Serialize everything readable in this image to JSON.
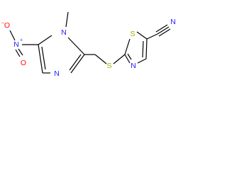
{
  "molecule": {
    "atoms": {
      "o1": "O",
      "n_nitro": "N",
      "o2": "O",
      "n_methyl": "N",
      "n_ring": "N",
      "s_link": "S",
      "s_ring": "S",
      "n_thiazole": "N",
      "n_nitrile": "N"
    },
    "charges": {
      "o1_charge": "−",
      "n_nitro_charge": "+"
    },
    "colors": {
      "nitrogen": "#2020ff",
      "oxygen": "#ff0d0d",
      "sulfur": "#a8a800",
      "bond": "#000000"
    }
  }
}
